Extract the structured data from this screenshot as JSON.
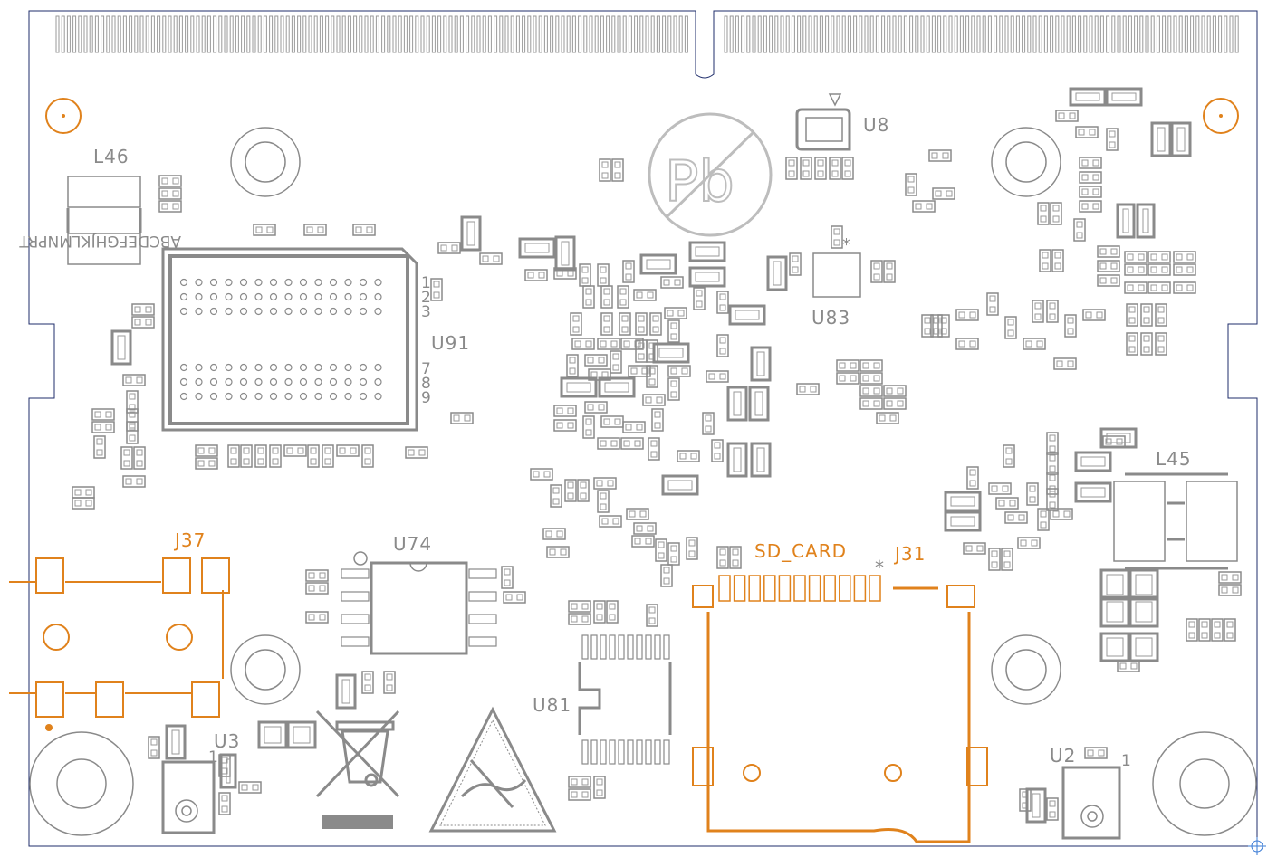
{
  "labels": {
    "l46": "L46",
    "l45": "L45",
    "u91": "U91",
    "u8": "U8",
    "u83": "U83",
    "u74": "U74",
    "u81": "U81",
    "u3": "U3",
    "u2": "U2",
    "j37": "J37",
    "j31": "J31",
    "sd_card": "SD_CARD",
    "pb": "Pb",
    "bga_rows_top": [
      "1",
      "2",
      "3"
    ],
    "bga_rows_bottom": [
      "7",
      "8",
      "9"
    ],
    "bga_cols": "ABCDEFGHJKLMNPRT",
    "pin1_u3": "1",
    "pin1_u2": "1"
  },
  "colors": {
    "silkscreen": "#8a8a8a",
    "copper_accent": "#e0821c",
    "board_outline": "#1f2d6b"
  },
  "icons": [
    "lead-free-icon",
    "weee-bin-icon",
    "esd-warning-icon"
  ]
}
